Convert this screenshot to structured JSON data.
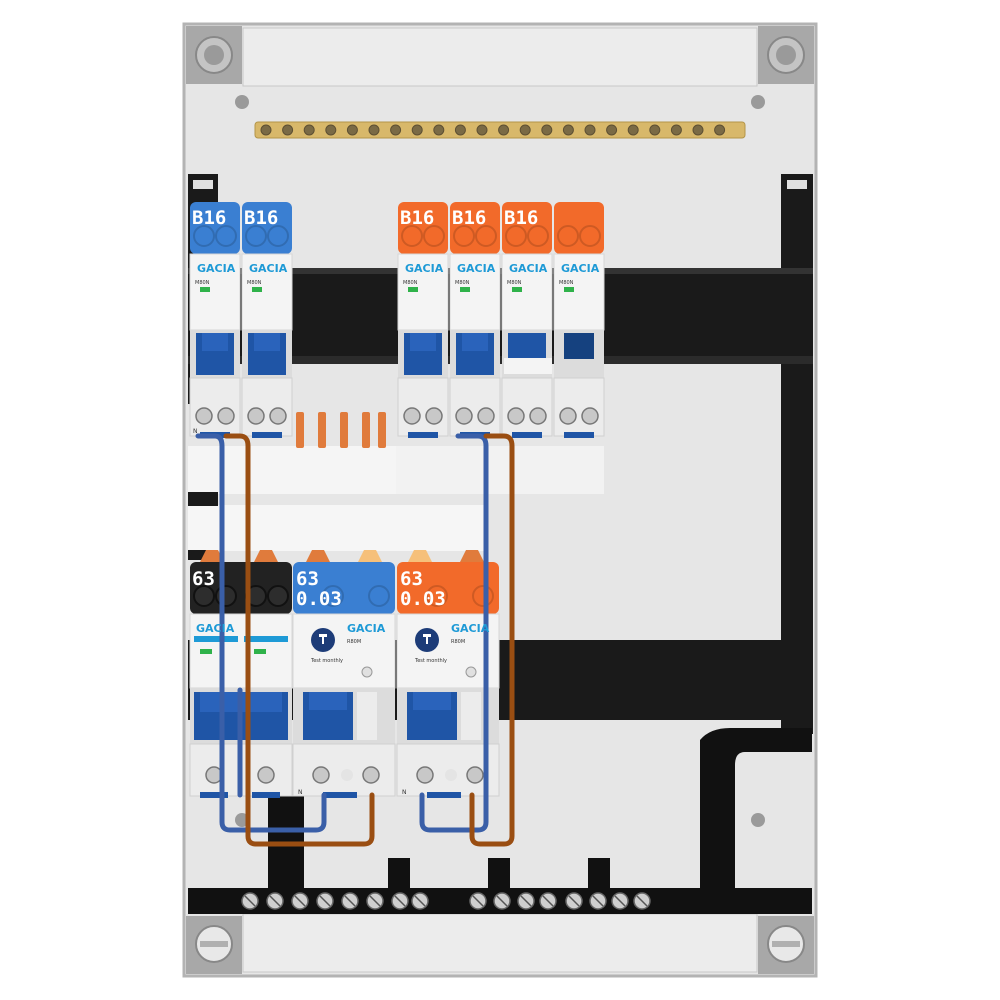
{
  "colors": {
    "enclosure": "#e6e6e6",
    "enclosure_edge": "#b3b3b3",
    "din_rail": "#1a1a1a",
    "blue_cap": "#3a7fd2",
    "orange_cap": "#f26a2a",
    "black_cap": "#222222",
    "toggle": "#1f55a6",
    "brass": "#d8b86a",
    "copper": "#e07b3c",
    "wire_blue": "#3a5fa8",
    "wire_brown": "#9a4e12",
    "brand_blue": "#1e9ad6"
  },
  "top_row": {
    "breakers": [
      {
        "rating": "B16",
        "brand": "GACIA",
        "model": "M80N",
        "cap": "blue"
      },
      {
        "rating": "B16",
        "brand": "GACIA",
        "model": "M80N",
        "cap": "blue"
      },
      {
        "rating": "B16",
        "brand": "GACIA",
        "model": "M80N",
        "cap": "orange"
      },
      {
        "rating": "B16",
        "brand": "GACIA",
        "model": "M80N",
        "cap": "orange"
      },
      {
        "rating": "B16",
        "brand": "GACIA",
        "model": "M80N",
        "cap": "orange"
      },
      {
        "rating": "",
        "brand": "GACIA",
        "model": "M80N",
        "cap": "orange"
      }
    ],
    "terminal_letter": "N"
  },
  "bottom_row": {
    "main_switch": {
      "rating": "63",
      "brand": "GACIA",
      "cap": "black"
    },
    "rcds": [
      {
        "rating": "63",
        "sensitivity": "0.03",
        "brand": "GACIA",
        "model": "R80M",
        "test_label": "Test monthly",
        "cap": "blue"
      },
      {
        "rating": "63",
        "sensitivity": "0.03",
        "brand": "GACIA",
        "model": "R80M",
        "test_label": "Test monthly",
        "cap": "orange"
      }
    ],
    "terminal_letter": "N"
  }
}
